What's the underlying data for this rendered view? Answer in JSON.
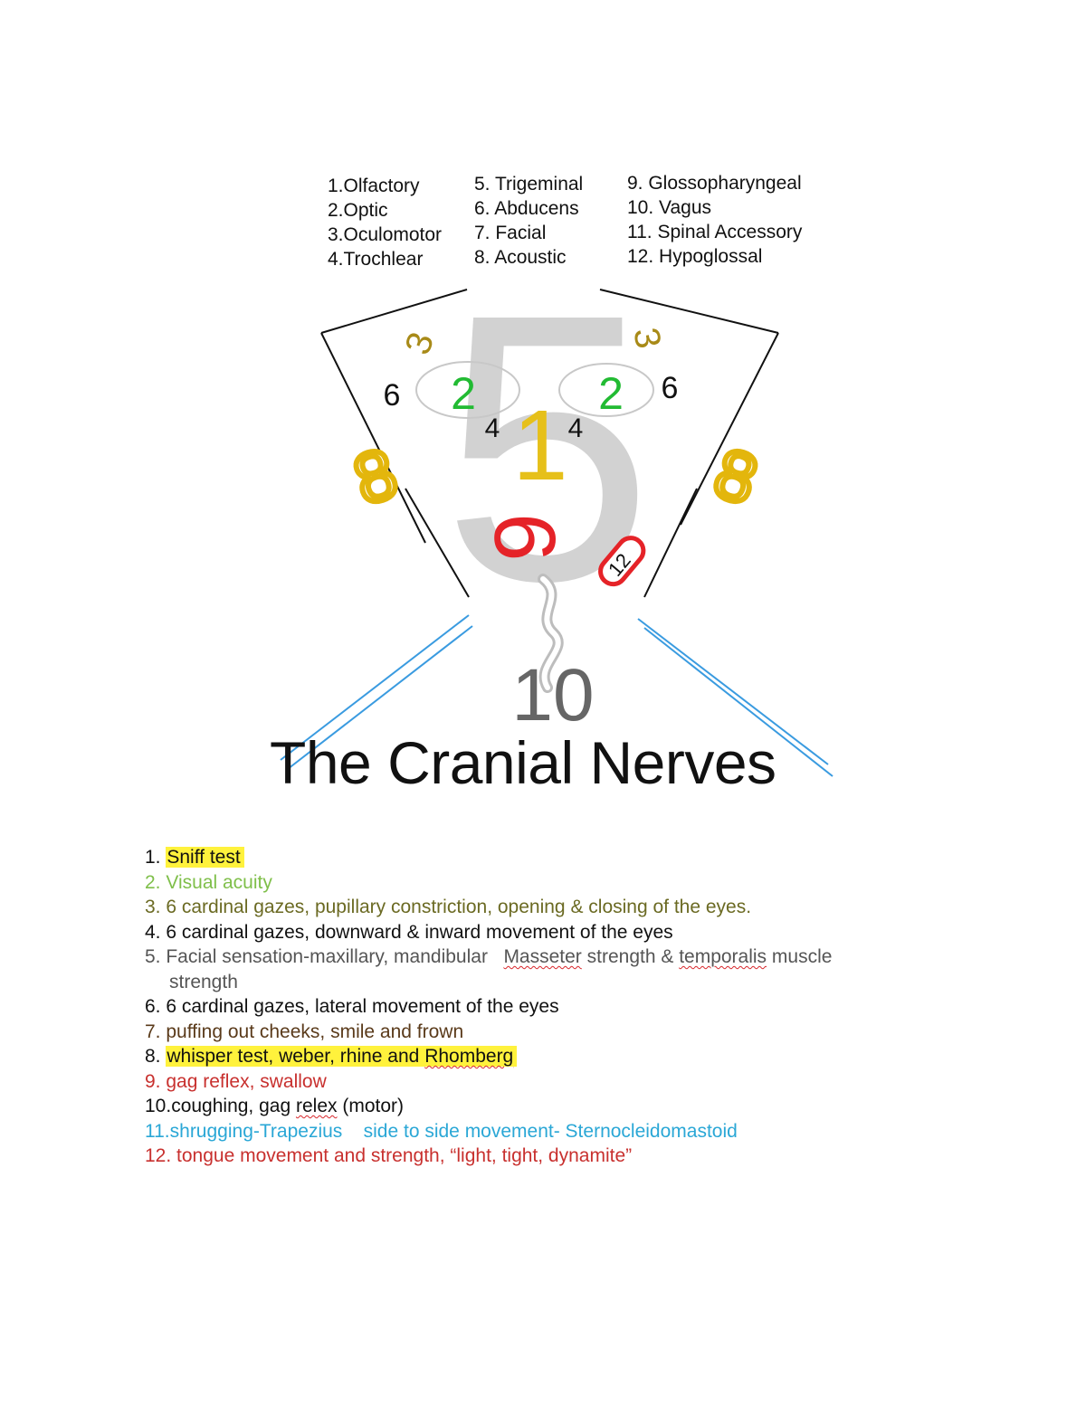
{
  "nerve_key": {
    "col1": [
      "1.Olfactory",
      "2.Optic",
      "3.Oculomotor",
      "4.Trochlear"
    ],
    "col2": [
      "5. Trigeminal",
      "6. Abducens",
      "7. Facial",
      "8. Acoustic"
    ],
    "col3": [
      "9. Glossopharyngeal",
      "10. Vagus",
      "11. Spinal Accessory",
      "12. Hypoglossal"
    ]
  },
  "diagram": {
    "trigeminal_big": "5",
    "optic_left": "2",
    "optic_right": "2",
    "oculomotor_left": "3",
    "oculomotor_right": "3",
    "trochlear_left": "4",
    "trochlear_right": "4",
    "abducens_left": "6",
    "abducens_right": "6",
    "olfactory": "1",
    "acoustic_left": "8",
    "acoustic_right": "8",
    "glosso": "9",
    "hypoglossal": "12",
    "vagus": "10",
    "colors": {
      "optic": "#22bb33",
      "acoustic": "#e3b60c",
      "oculomotor": "#a88a18",
      "olfactory": "#e6c01a",
      "glosso": "#e52328",
      "trigeminal": "#cccccc",
      "vagus": "#666666",
      "spinal": "#3a9be0"
    }
  },
  "title": "The Cranial Nerves",
  "tests": {
    "t1_num": "1.",
    "t1_text": "Sniff test",
    "t2": "2. Visual acuity",
    "t3": "3. 6 cardinal gazes, pupillary constriction, opening & closing of the eyes.",
    "t4": "4. 6 cardinal gazes, downward & inward movement of the eyes",
    "t5_a": "5. Facial sensation-maxillary, mandibular   ",
    "t5_b": "Masseter",
    "t5_c": " strength & ",
    "t5_d": "temporalis",
    "t5_e": " muscle",
    "t5_f": "strength",
    "t6": "6. 6 cardinal gazes, lateral movement of the eyes",
    "t7": "7. puffing out cheeks, smile and frown",
    "t8_num": "8.",
    "t8_a": "whisper test, weber, rhine and ",
    "t8_b": "Rhomberg",
    "t9": "9. gag reflex, swallow",
    "t10_a": "10.coughing, gag ",
    "t10_b": "relex",
    "t10_c": " (motor)",
    "t11": "11.shrugging-Trapezius    side to side movement- Sternocleidomastoid",
    "t12": "12. tongue movement and strength, “light, tight, dynamite”"
  }
}
